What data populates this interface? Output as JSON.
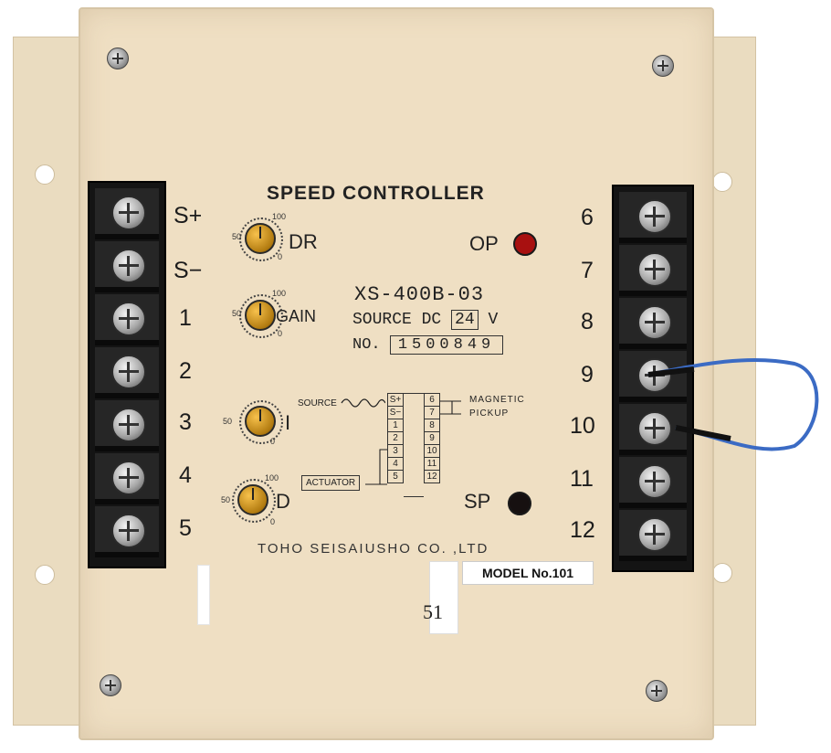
{
  "device": {
    "title": "SPEED CONTROLLER",
    "model_code": "XS-400B-03",
    "source_label": "SOURCE DC",
    "source_voltage": "24",
    "source_unit": "V",
    "serial_label": "NO.",
    "serial_number": "1500849",
    "manufacturer": "TOHO SEISAIUSHO CO. ,LTD",
    "model_sticker": "MODEL No.101",
    "sticker_fragment": "51"
  },
  "terminals_left": [
    "S+",
    "S−",
    "1",
    "2",
    "3",
    "4",
    "5"
  ],
  "terminals_right": [
    "6",
    "7",
    "8",
    "9",
    "10",
    "11",
    "12"
  ],
  "knobs": [
    {
      "label": "DR",
      "min": "0",
      "mid": "50",
      "max": "100"
    },
    {
      "label": "GAIN",
      "min": "0",
      "mid": "50",
      "max": "100"
    },
    {
      "label": "I",
      "min": "0",
      "mid": "50",
      "max": ""
    },
    {
      "label": "D",
      "min": "0",
      "mid": "50",
      "max": "100"
    }
  ],
  "indicators": [
    {
      "label": "OP",
      "color": "#a81010"
    },
    {
      "label": "SP",
      "color": "#161010"
    }
  ],
  "diagram": {
    "source_label": "SOURCE",
    "magnetic_label": "MAGNETIC",
    "pickup_label": "PICKUP",
    "actuator_label": "ACTUATOR",
    "left_pins": [
      "S+",
      "S−",
      "1",
      "2",
      "3",
      "4",
      "5"
    ],
    "right_pins": [
      "6",
      "7",
      "8",
      "9",
      "10",
      "11",
      "12"
    ]
  },
  "colors": {
    "panel": "#efdfc3",
    "wire": "#3b6bc4",
    "knob": "#d89a20"
  }
}
